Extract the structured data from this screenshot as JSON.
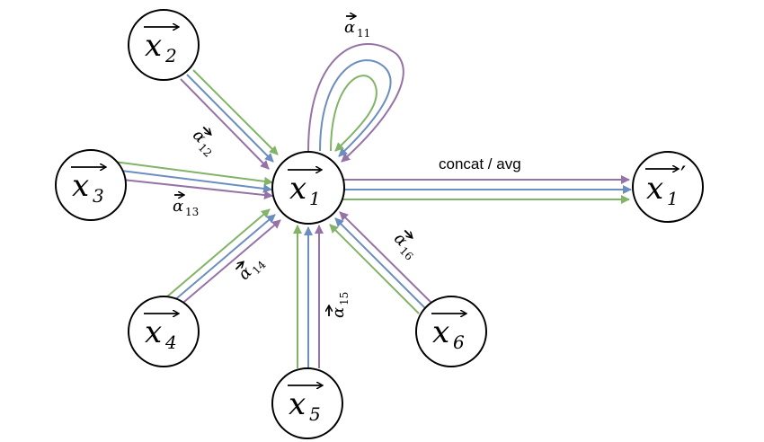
{
  "colors": {
    "green": "#82b366",
    "blue": "#6c8ebf",
    "purple": "#9673a6"
  },
  "nodes": {
    "x1": {
      "base": "x",
      "sub": "1"
    },
    "x2": {
      "base": "x",
      "sub": "2"
    },
    "x3": {
      "base": "x",
      "sub": "3"
    },
    "x4": {
      "base": "x",
      "sub": "4"
    },
    "x5": {
      "base": "x",
      "sub": "5"
    },
    "x6": {
      "base": "x",
      "sub": "6"
    },
    "x1_out": {
      "base": "x",
      "sub": "1",
      "prime": "′"
    }
  },
  "labels": {
    "a11": {
      "symbol": "α",
      "sub": "11"
    },
    "a12": {
      "symbol": "α",
      "sub": "12"
    },
    "a13": {
      "symbol": "α",
      "sub": "13"
    },
    "a14": {
      "symbol": "α",
      "sub": "14"
    },
    "a15": {
      "symbol": "α",
      "sub": "15"
    },
    "a16": {
      "symbol": "α",
      "sub": "16"
    },
    "output": "concat / avg"
  }
}
